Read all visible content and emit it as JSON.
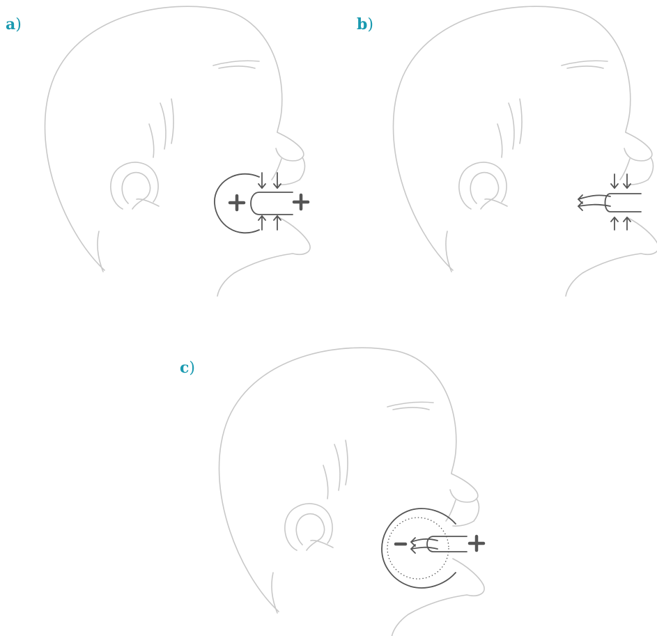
{
  "panels": [
    {
      "id": "a",
      "label": "a",
      "paren": ")"
    },
    {
      "id": "b",
      "label": "b",
      "paren": ")"
    },
    {
      "id": "c",
      "label": "c",
      "paren": ")"
    }
  ],
  "colors": {
    "label": "#1a9ab0",
    "outline": "#c8c8c8",
    "ink": "#555555"
  },
  "symbols": {
    "positive": "+",
    "negative": "−"
  }
}
